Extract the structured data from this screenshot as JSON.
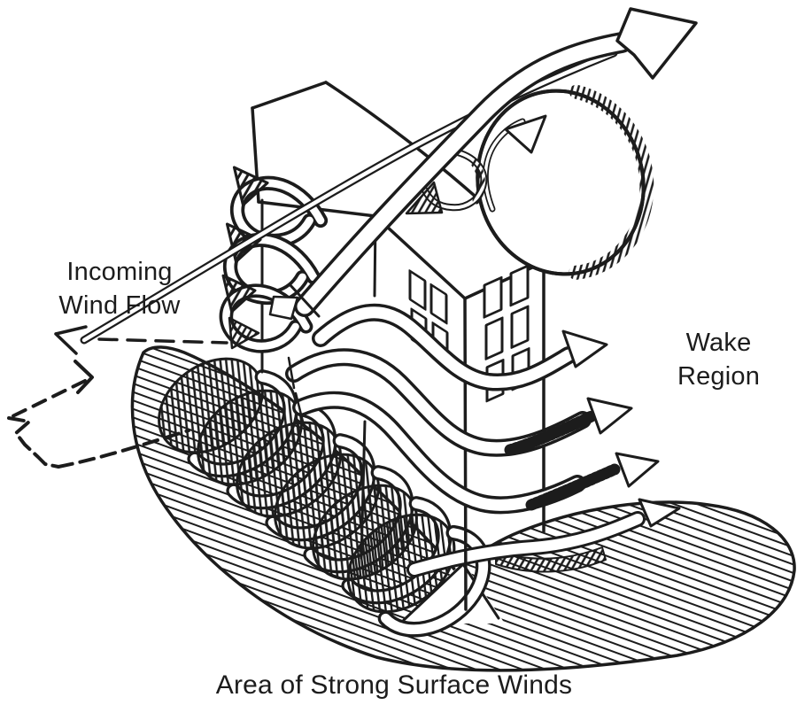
{
  "canvas": {
    "background": "#ffffff",
    "ink": "#1c1c1c"
  },
  "labels": {
    "incoming_wind_flow": "Incoming\nWind Flow",
    "wake_region": "Wake\nRegion",
    "area_of_strong_surface_winds": "Area of Strong Surface Winds"
  }
}
